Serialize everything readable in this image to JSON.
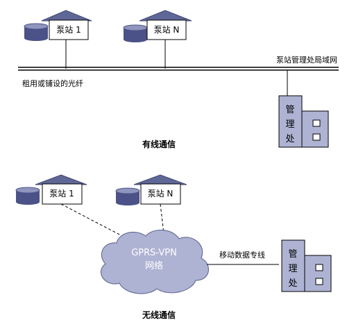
{
  "wired": {
    "station1": "泵站 1",
    "stationN": "泵站 N",
    "lan_label": "泵站管理处局域网",
    "fiber_label": "租用或铺设的光纤",
    "office_chars": [
      "管",
      "理",
      "处"
    ],
    "caption": "有线通信"
  },
  "wireless": {
    "station1": "泵站 1",
    "stationN": "泵站 N",
    "cloud_line1": "GPRS-VPN",
    "cloud_line2": "网络",
    "link_label": "移动数据专线",
    "office_chars": [
      "管",
      "理",
      "处"
    ],
    "caption": "无线通信"
  },
  "colors": {
    "roof": "#5f6796",
    "roof_stroke": "#3e4470",
    "drum": "#4b5288",
    "drum_top": "#8f95bd",
    "building": "#aeb3d3",
    "cloud": "#aeb3d3",
    "line": "#000000"
  }
}
